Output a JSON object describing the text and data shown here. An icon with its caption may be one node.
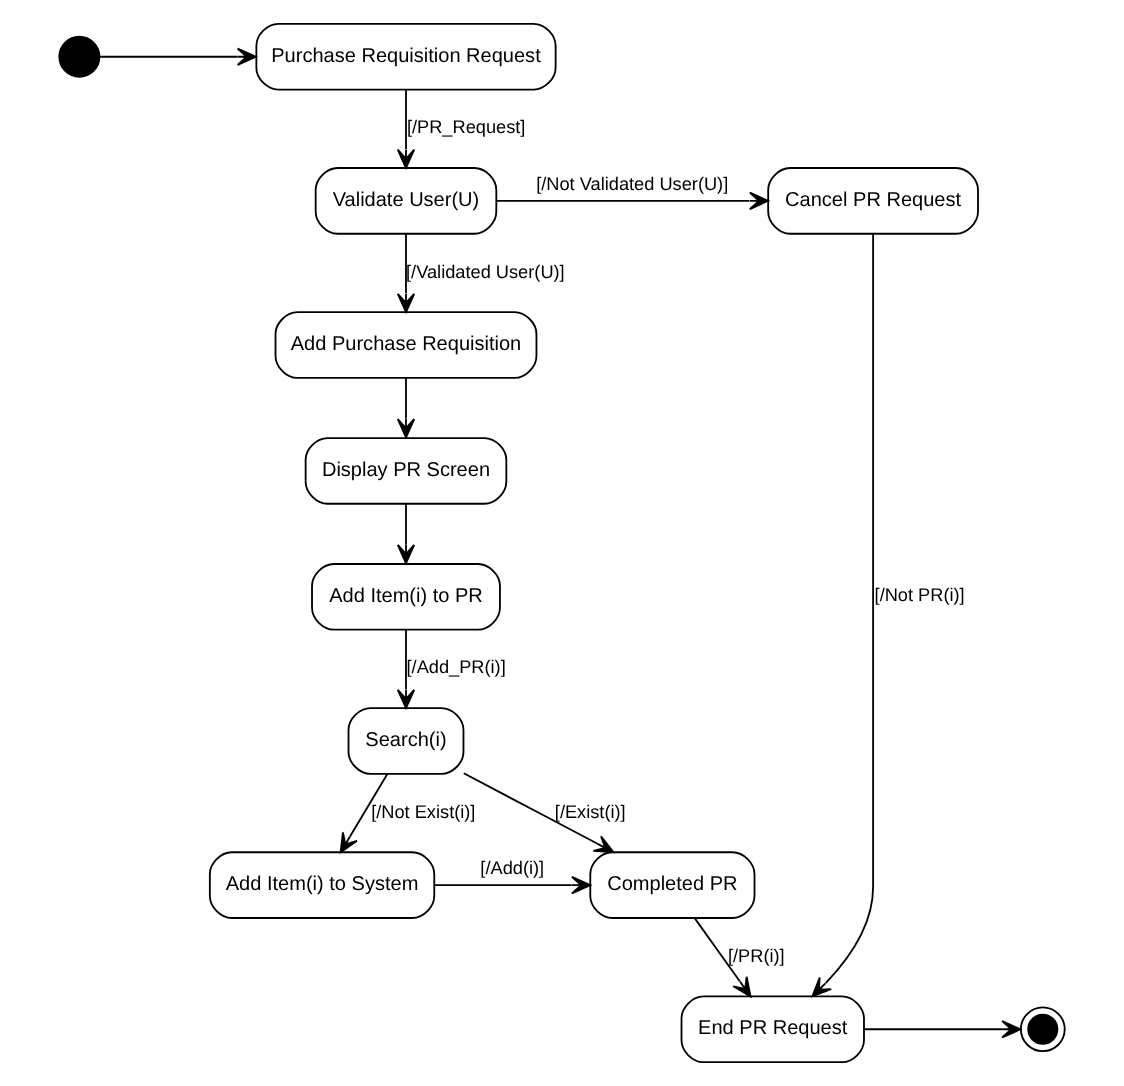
{
  "diagram": {
    "nodes": [
      {
        "text": [],
        "shape": "circle"
      },
      {
        "text": [
          "Purchase Requisition Request"
        ]
      },
      {
        "text": [
          "Validate User(U)"
        ]
      },
      {
        "text": [
          "Cancel PR Request"
        ]
      },
      {
        "text": [
          "Add Purchase Requisition"
        ]
      },
      {
        "text": [
          "End PR Request"
        ]
      },
      {
        "text": [
          "Display PR Screen"
        ]
      },
      {
        "text": [
          "Add Item(i) to PR"
        ]
      },
      {
        "text": [
          "Search(i)"
        ]
      },
      {
        "text": [
          "Completed PR"
        ]
      },
      {
        "text": [
          "Add Item(i) to System"
        ]
      },
      {
        "text": [],
        "shape": "circle"
      }
    ],
    "edges": [
      {
        "from": 0,
        "to": 1,
        "arrow": "to"
      },
      {
        "from": 1,
        "to": 2,
        "arrow": "to",
        "label": "[/PR_Request]"
      },
      {
        "from": 2,
        "to": 3,
        "arrow": "to",
        "label": "[/Not Validated User(U)]"
      },
      {
        "from": 2,
        "to": 4,
        "arrow": "to",
        "label": "[/Validated User(U)]"
      },
      {
        "from": 3,
        "to": 5,
        "arrow": "to",
        "label": "[/Not PR(i)]"
      },
      {
        "from": 4,
        "to": 6,
        "arrow": "to"
      },
      {
        "from": 6,
        "to": 7,
        "arrow": "to"
      },
      {
        "from": 7,
        "to": 8,
        "arrow": "to",
        "label": "[/Add_PR(i)]"
      },
      {
        "from": 8,
        "to": 9,
        "arrow": "to",
        "label": "[/Exist(i)]"
      },
      {
        "from": 8,
        "to": 10,
        "arrow": "to",
        "label": "[/Not Exist(i)]"
      },
      {
        "from": 10,
        "to": 9,
        "arrow": "to",
        "label": "[/Add(i)]"
      },
      {
        "from": 9,
        "to": 5,
        "arrow": "to",
        "label": "[/PR(i)]"
      },
      {
        "from": 5,
        "to": 11,
        "arrow": "to"
      }
    ]
  }
}
